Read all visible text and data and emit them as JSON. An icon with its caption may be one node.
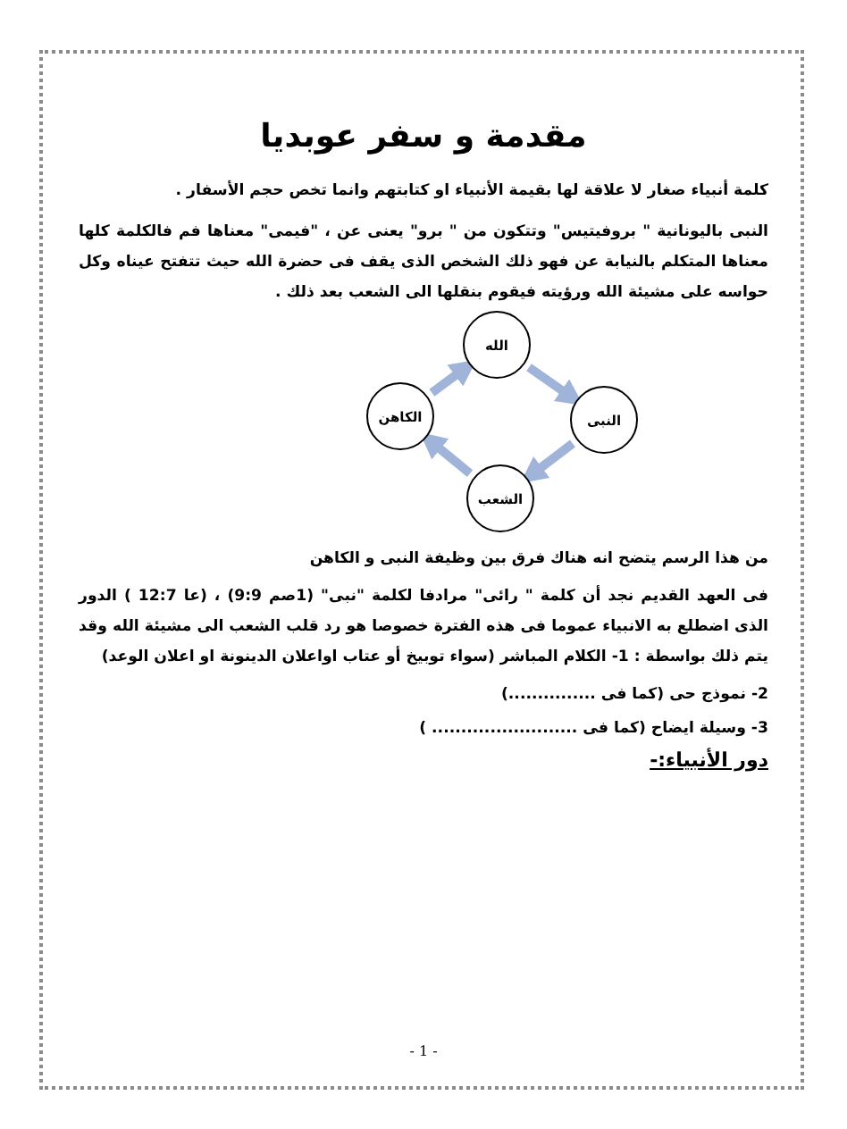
{
  "diagram": {
    "title": "مقدمة و سفر عوبديا",
    "nodes": [
      {
        "text": [
          "الله"
        ]
      },
      {
        "text": [
          "الكاهن"
        ]
      },
      {
        "text": [
          "النبى"
        ]
      },
      {
        "text": [
          "الشعب"
        ]
      }
    ],
    "edges": [
      {
        "from": 0,
        "to": 2,
        "arrow": "to"
      },
      {
        "from": 2,
        "to": 3,
        "arrow": "to"
      },
      {
        "from": 3,
        "to": 1,
        "arrow": "to"
      },
      {
        "from": 1,
        "to": 0,
        "arrow": "to"
      }
    ],
    "labels": [
      "كلمة أنبياء صغار لا علاقة لها بقيمة الأنبياء او كتابتهم وانما تخص حجم الأسفار .",
      "النبى باليونانية \" بروفيتيس\" وتتكون من \" برو\" يعنى عن ، \"فيمى\" معناها فم فالكلمة كلها معناها المتكلم بالنيابة عن فهو ذلك الشخص الذى يقف فى حضرة الله حيث تتفتح عيناه وكل حواسه على مشيئة الله ورؤيته فيقوم بنقلها الى الشعب بعد ذلك .",
      "من هذا الرسم يتضح انه هناك فرق بين وظيفة النبى و الكاهن",
      "فى العهد القديم نجد أن كلمة \" رائى\" مرادفا لكلمة \"نبى\" (1صم 9:9) ، (عا 12:7 ) الدور الذى اضطلع به الانبياء عموما فى هذه الفترة خصوصا هو رد قلب الشعب الى مشيئة الله وقد يتم ذلك بواسطة : 1- الكلام المباشر (سواء توبيخ أو عتاب اواعلان الدينونة او اعلان الوعد)",
      "2- نموذج حى (كما فى ...............)",
      "3- وسيلة ايضاح (كما فى ......................... )",
      "دور الأنبياء:-",
      "- 1 -"
    ]
  }
}
